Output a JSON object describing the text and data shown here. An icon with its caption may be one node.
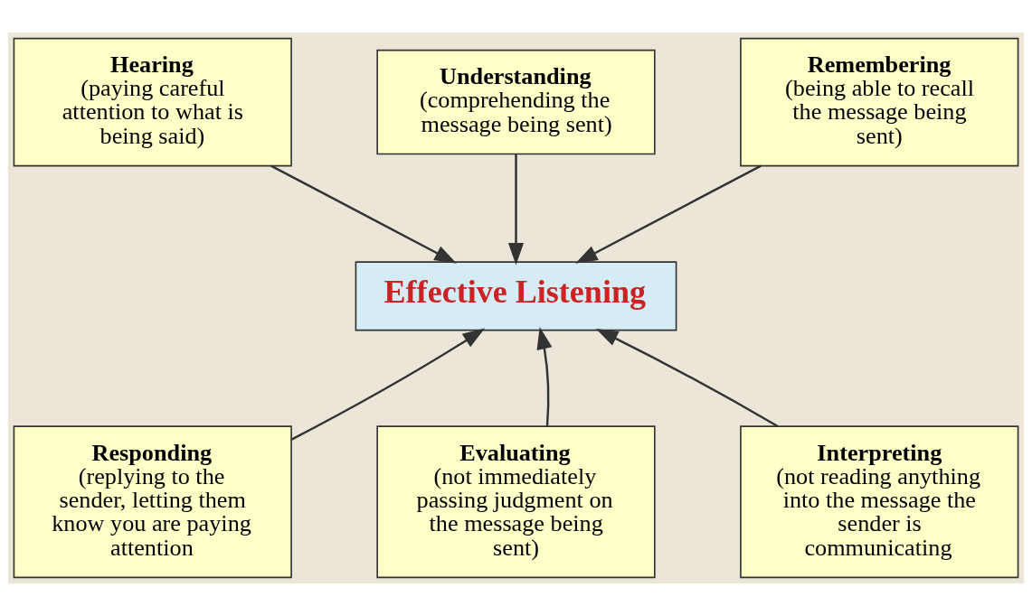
{
  "diagram": {
    "nodes": [
      {
        "text": [
          "Hearing",
          "(paying careful attention to what is being said)"
        ]
      },
      {
        "text": [
          "Understanding",
          "(comprehending the message being sent)"
        ]
      },
      {
        "text": [
          "Remembering",
          "(being able to recall the message being sent)"
        ]
      },
      {
        "text": [
          "Effective Listening"
        ]
      },
      {
        "text": [
          "Responding",
          "(replying to the sender, letting them know you are paying attention"
        ]
      },
      {
        "text": [
          "Evaluating",
          "(not immediately passing judgment on the message being sent)"
        ]
      },
      {
        "text": [
          "Interpreting",
          "(not reading anything into the message the sender is communicating"
        ]
      }
    ],
    "edges": [
      {
        "from": 0,
        "to": 3,
        "arrow": "to"
      },
      {
        "from": 1,
        "to": 3,
        "arrow": "to"
      },
      {
        "from": 2,
        "to": 3,
        "arrow": "to"
      },
      {
        "from": 4,
        "to": 3,
        "arrow": "to"
      },
      {
        "from": 5,
        "to": 3,
        "arrow": "to"
      },
      {
        "from": 6,
        "to": 3,
        "arrow": "to"
      }
    ]
  }
}
